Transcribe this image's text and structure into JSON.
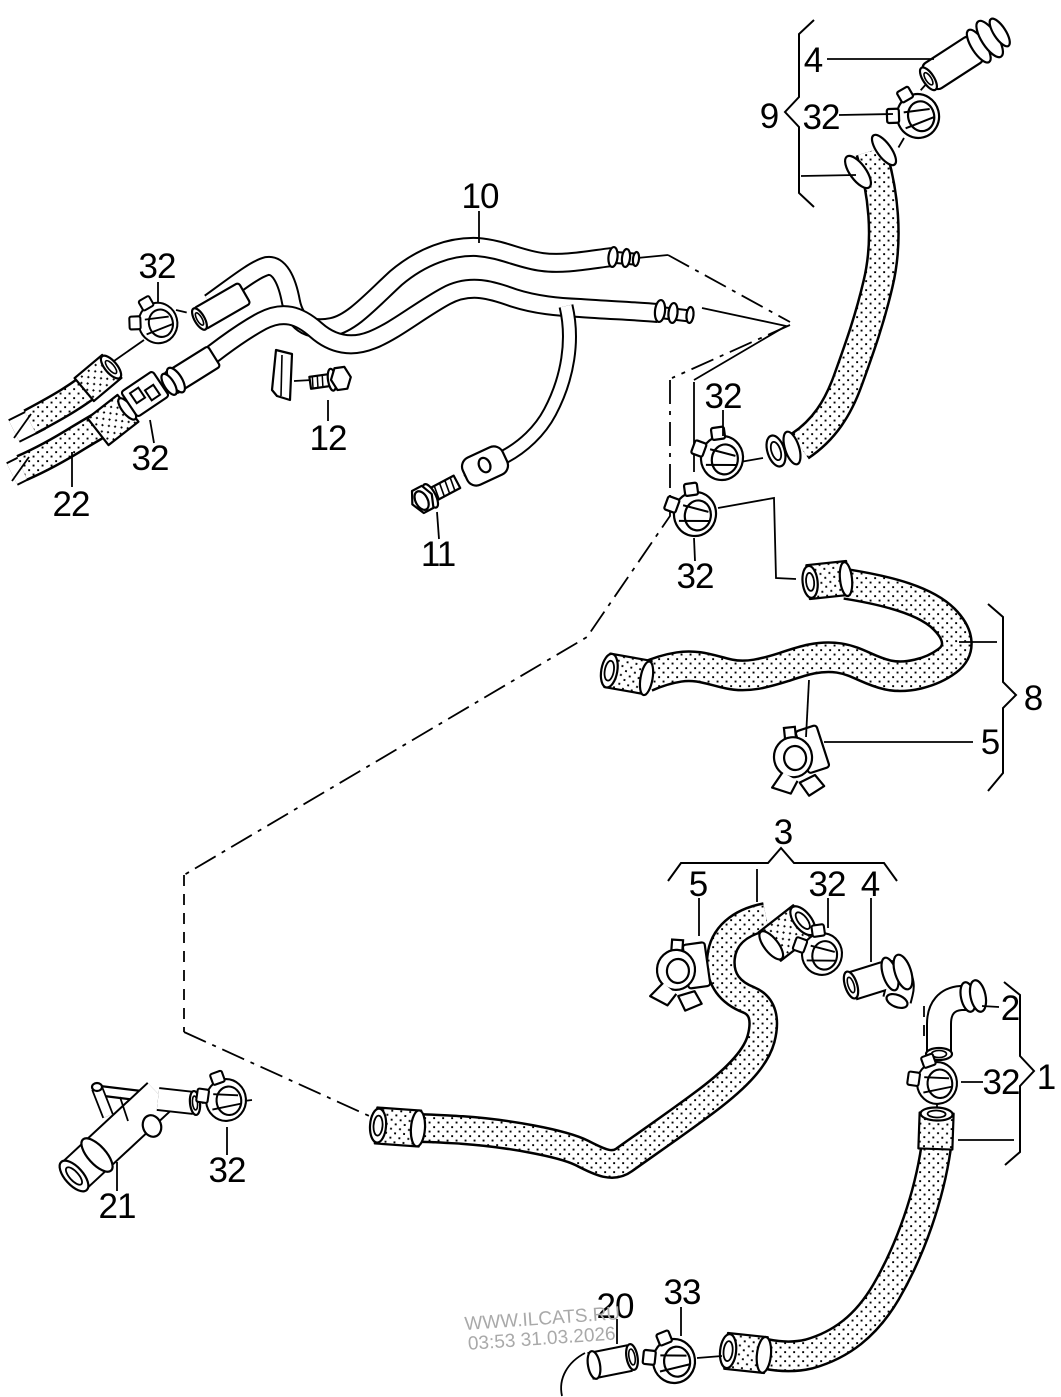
{
  "diagram": {
    "background_color": "#ffffff",
    "line_color": "#000000",
    "type": "exploded parts diagram - coolant hoses"
  },
  "watermark": {
    "line1": "WWW.ILCATS.RU",
    "line2": "03:53 31.03.2026",
    "color": "#a9a9a9"
  },
  "callouts": {
    "c4_top": "4",
    "c9": "9",
    "c32_top": "32",
    "c10": "10",
    "c32_left_upper": "32",
    "c32_left_lower": "32",
    "c22": "22",
    "c12": "12",
    "c11": "11",
    "c32_mid_upper": "32",
    "c32_mid_lower": "32",
    "c8": "8",
    "c5_mid": "5",
    "c3": "3",
    "c5_lower": "5",
    "c32_lower": "32",
    "c4_lower": "4",
    "c2": "2",
    "c32_right": "32",
    "c1": "1",
    "c21": "21",
    "c32_thermo": "32",
    "c20": "20",
    "c33": "33"
  }
}
